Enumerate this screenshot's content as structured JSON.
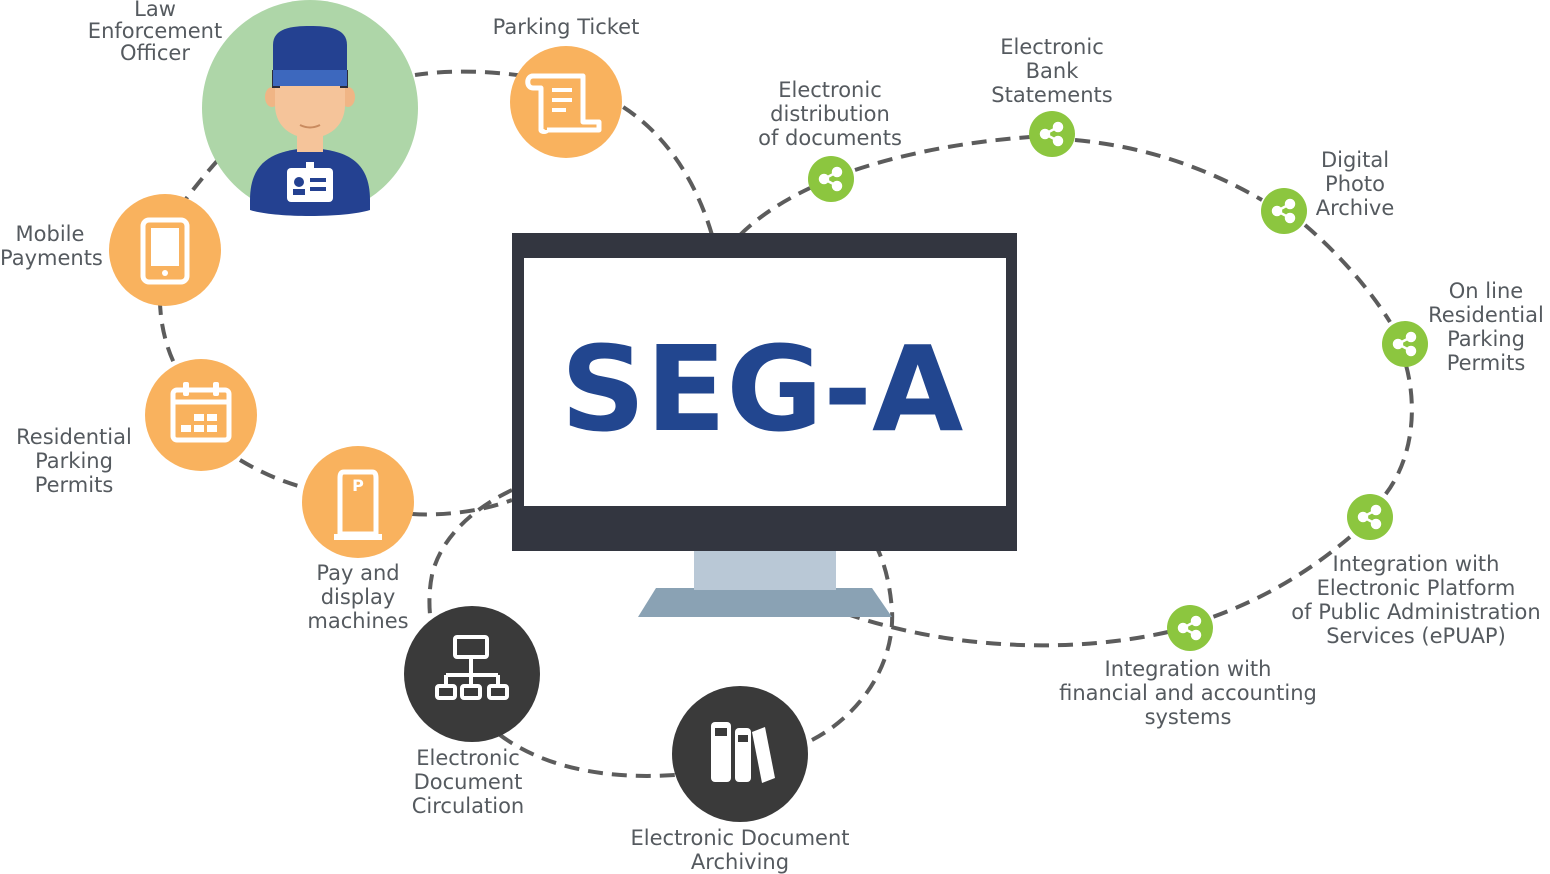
{
  "center": {
    "label": "SEG-A",
    "colors": {
      "monitor_frame": "#333640",
      "screen": "#ffffff",
      "stand_neck": "#b9c8d6",
      "stand_base": "#8aa2b4",
      "text": "#22468f"
    }
  },
  "colors": {
    "orange": "#f9b25e",
    "green": "#8cc63f",
    "dark": "#3a3a3a",
    "officer_bg": "#aed6a8",
    "dashes": "#5c5c5c",
    "label": "#555a5f"
  },
  "officer": {
    "lines": [
      "Law",
      "Enforcement",
      "Officer"
    ],
    "icon": "police-officer-icon"
  },
  "orange_nodes": [
    {
      "id": "parking-ticket",
      "lines": [
        "Parking Ticket"
      ],
      "icon": "ticket-scroll-icon"
    },
    {
      "id": "mobile-payments",
      "lines": [
        "Mobile",
        "Payments"
      ],
      "icon": "mobile-phone-icon"
    },
    {
      "id": "residential-parking-permits",
      "lines": [
        "Residential",
        "Parking",
        "Permits"
      ],
      "icon": "calendar-icon"
    },
    {
      "id": "pay-and-display",
      "lines": [
        "Pay and",
        "display",
        "machines"
      ],
      "icon": "parking-meter-icon"
    }
  ],
  "green_nodes": [
    {
      "id": "electronic-distribution",
      "lines": [
        "Electronic",
        "distribution",
        "of documents"
      ],
      "icon": "share-icon"
    },
    {
      "id": "electronic-bank-statements",
      "lines": [
        "Electronic",
        "Bank",
        "Statements"
      ],
      "icon": "share-icon"
    },
    {
      "id": "digital-photo-archive",
      "lines": [
        "Digital",
        "Photo",
        "Archive"
      ],
      "icon": "share-icon"
    },
    {
      "id": "online-residential-permits",
      "lines": [
        "On line",
        "Residential",
        "Parking",
        "Permits"
      ],
      "icon": "share-icon"
    },
    {
      "id": "epuap-integration",
      "lines": [
        "Integration with",
        "Electronic Platform",
        "of Public Administration",
        "Services (ePUAP)"
      ],
      "icon": "share-icon"
    },
    {
      "id": "financial-integration",
      "lines": [
        "Integration with",
        "financial and accounting",
        "systems"
      ],
      "icon": "share-icon"
    }
  ],
  "dark_nodes": [
    {
      "id": "document-circulation",
      "lines": [
        "Electronic",
        "Document",
        "Circulation"
      ],
      "icon": "network-icon"
    },
    {
      "id": "document-archiving",
      "lines": [
        "Electronic Document",
        "Archiving"
      ],
      "icon": "binders-icon"
    }
  ]
}
